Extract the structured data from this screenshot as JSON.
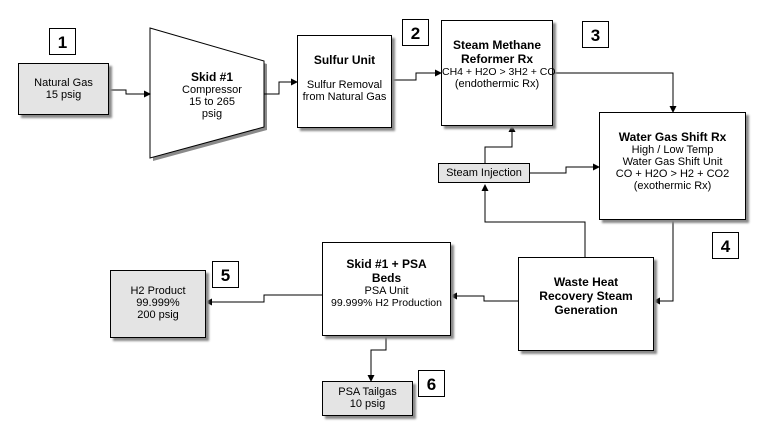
{
  "nodes": {
    "natural_gas": {
      "line1": "Natural Gas",
      "line2": "15 psig"
    },
    "skid1": {
      "title": "Skid #1",
      "line1": "Compressor",
      "line2": "15 to 265",
      "line3": "psig"
    },
    "sulfur": {
      "title": "Sulfur Unit",
      "line1": "Sulfur Removal",
      "line2": "from Natural Gas"
    },
    "smr": {
      "title1": "Steam Methane",
      "title2": "Reformer Rx",
      "line1": "CH4 + H2O > 3H2 + CO",
      "line2": "(endothermic Rx)"
    },
    "wgs": {
      "title": "Water Gas Shift Rx",
      "line1": "High / Low Temp",
      "line2": "Water Gas Shift Unit",
      "line3": "CO + H2O > H2 + CO2",
      "line4": "(exothermic Rx)"
    },
    "steam_injection": {
      "label": "Steam Injection"
    },
    "whr": {
      "title1": "Waste Heat",
      "title2": "Recovery Steam",
      "title3": "Generation"
    },
    "psa": {
      "title1": "Skid #1 + PSA",
      "title2": "Beds",
      "line1": "PSA Unit",
      "line2": "99.999% H2 Production"
    },
    "h2_product": {
      "line1": "H2 Product",
      "line2": "99.999%",
      "line3": "200 psig"
    },
    "tailgas": {
      "line1": "PSA Tailgas",
      "line2": "10 psig"
    }
  },
  "step_numbers": {
    "n1": "1",
    "n2": "2",
    "n3": "3",
    "n4": "4",
    "n5": "5",
    "n6": "6"
  }
}
